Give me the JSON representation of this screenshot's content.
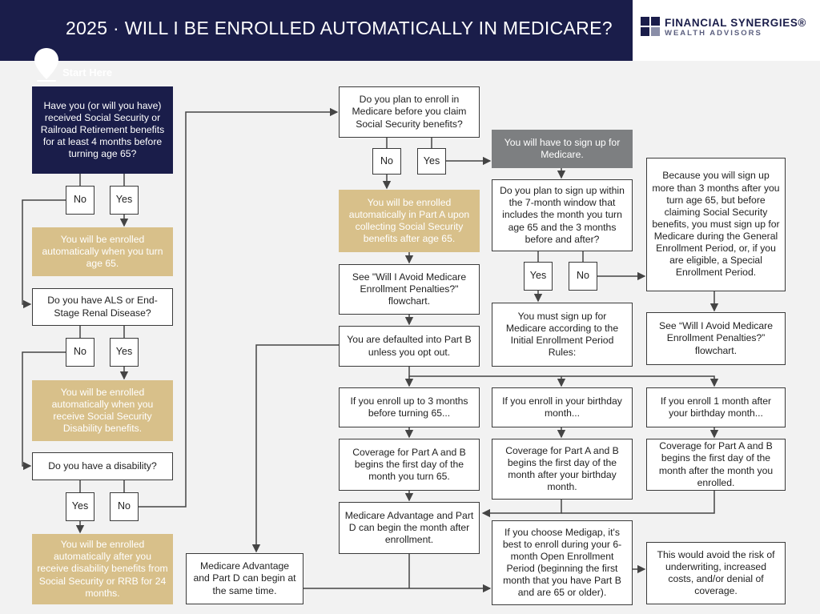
{
  "header": {
    "title": "2025 · WILL I BE ENROLLED AUTOMATICALLY IN MEDICARE?"
  },
  "logo": {
    "name": "FINANCIAL SYNERGIES®",
    "sub": "WEALTH ADVISORS"
  },
  "start_label": "Start Here",
  "colors": {
    "navy": "#1a1d4a",
    "gold": "#d8c08a",
    "gray": "#7d7f81"
  },
  "nodes": {
    "q_received_ss": "Have you (or will you have) received Social Security or Railroad Retirement benefits for at least 4 months before turning age 65?",
    "no_1": "No",
    "yes_1": "Yes",
    "r_auto_65": "You will be enrolled automatically when you turn age 65.",
    "q_als": "Do you have ALS or End-Stage Renal Disease?",
    "no_2": "No",
    "yes_2": "Yes",
    "r_auto_ssdi": "You will be enrolled automatically when you receive Social Security Disability benefits.",
    "q_disability": "Do you have a disability?",
    "yes_3": "Yes",
    "no_3": "No",
    "r_auto_24mo": "You will be enrolled automatically after you receive disability benefits from Social Security or RRB for 24 months.",
    "q_before_claim": "Do you plan to enroll in Medicare before you claim Social Security benefits?",
    "no_4": "No",
    "yes_4": "Yes",
    "r_part_a": "You will be enrolled automatically in Part A upon collecting Social Security benefits after age 65.",
    "see_penalties_1": "See \"Will I Avoid Medicare Enrollment Penalties?\" flowchart.",
    "defaulted_b": "You are defaulted into Part B unless you opt out.",
    "ma_same_time": "Medicare Advantage and Part D can begin at the same time.",
    "must_sign_up": "You will have to sign up for Medicare.",
    "q_7month": "Do you plan to sign up within the 7-month window that includes the month you turn age 65 and the 3 months before and after?",
    "yes_5": "Yes",
    "no_5": "No",
    "gep": "Because you will sign up more than 3 months after you turn age 65, but before claiming Social Security benefits, you must sign up for Medicare during the General Enrollment Period, or, if you are eligible, a Special Enrollment Period.",
    "see_penalties_2": "See “Will I Avoid Medicare Enrollment Penalties?” flowchart.",
    "iep_rules": "You must sign up for Medicare according to the Initial Enrollment Period Rules:",
    "enroll_3_before": "If you enroll up to 3 months before turning 65...",
    "enroll_birthday": "If you enroll in your birthday month...",
    "enroll_1_after": "If you enroll 1 month after your birthday month...",
    "cov_turn_65": "Coverage for Part A and B begins the first day of the month you turn 65.",
    "cov_after_birthday": "Coverage for Part A and B begins the first day of the month after your birthday month.",
    "cov_after_enrolled": "Coverage for Part A and B begins the first day of the month after the month you enrolled.",
    "ma_after_enroll": "Medicare Advantage and Part D can begin the month after enrollment.",
    "medigap": "If you choose Medigap, it's best to enroll during your 6-month Open Enrollment Period (beginning the first month that you have Part B and are 65 or older).",
    "avoid_risk": "This would avoid the risk of underwriting, increased costs, and/or denial of coverage."
  }
}
